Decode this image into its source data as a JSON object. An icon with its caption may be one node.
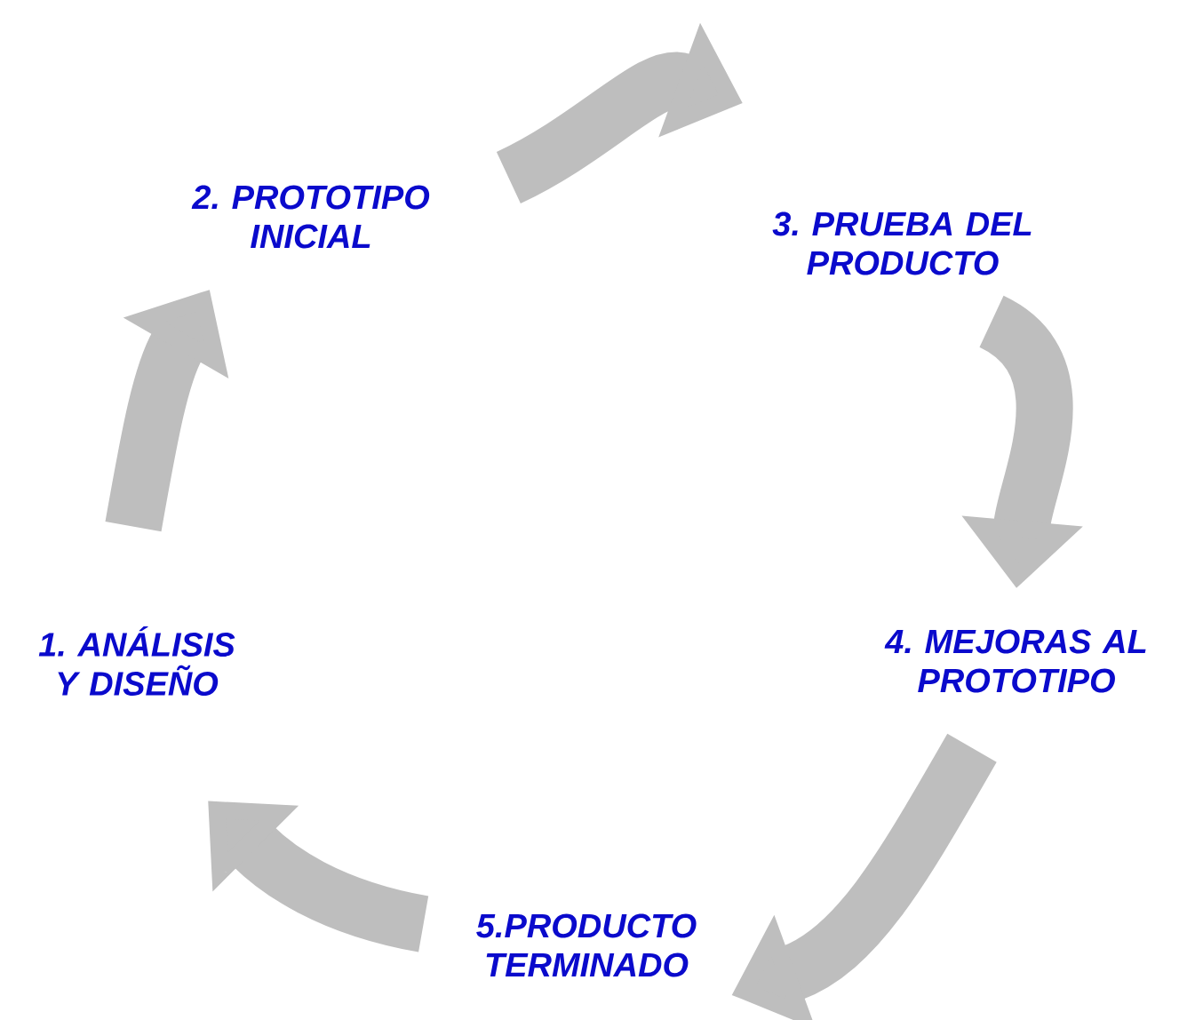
{
  "diagram": {
    "nodes": [
      {
        "text": [
          "1. ANÁLISIS Y DISEÑO"
        ]
      },
      {
        "text": [
          "2. PROTOTIPO INICIAL"
        ]
      },
      {
        "text": [
          "3. PRUEBA DEL PRODUCTO"
        ]
      },
      {
        "text": [
          "4. MEJORAS AL PROTOTIPO"
        ]
      },
      {
        "text": [
          "5.PRODUCTO TERMINADO"
        ]
      }
    ],
    "edges": [
      {
        "from": 0,
        "to": 1,
        "arrow": "to"
      },
      {
        "from": 1,
        "to": 2,
        "arrow": "to"
      },
      {
        "from": 2,
        "to": 3,
        "arrow": "to"
      },
      {
        "from": 3,
        "to": 4,
        "arrow": "to"
      },
      {
        "from": 4,
        "to": 0,
        "arrow": "to"
      }
    ]
  }
}
